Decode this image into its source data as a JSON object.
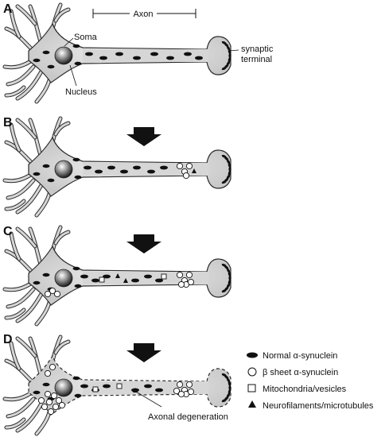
{
  "panels": [
    {
      "letter": "A"
    },
    {
      "letter": "B"
    },
    {
      "letter": "C"
    },
    {
      "letter": "D"
    }
  ],
  "labels": {
    "axon": "Axon",
    "soma": "Soma",
    "nucleus": "Nucleus",
    "synaptic_line1": "synaptic",
    "synaptic_line2": "terminal",
    "axonal_degeneration": "Axonal degeneration"
  },
  "legend": [
    {
      "icon": "filled-oval-icon",
      "text": "Normal α-synuclein"
    },
    {
      "icon": "open-circle-icon",
      "text": "β sheet α-synuclein"
    },
    {
      "icon": "open-square-icon",
      "text": "Mitochondria/vesicles"
    },
    {
      "icon": "filled-triangle-icon",
      "text": "Neurofilaments/microtubules"
    }
  ],
  "colors": {
    "cell_fill": "#d6d6d6",
    "outline": "#2a2a2a",
    "particle": "#111111",
    "arrow": "#111111"
  }
}
